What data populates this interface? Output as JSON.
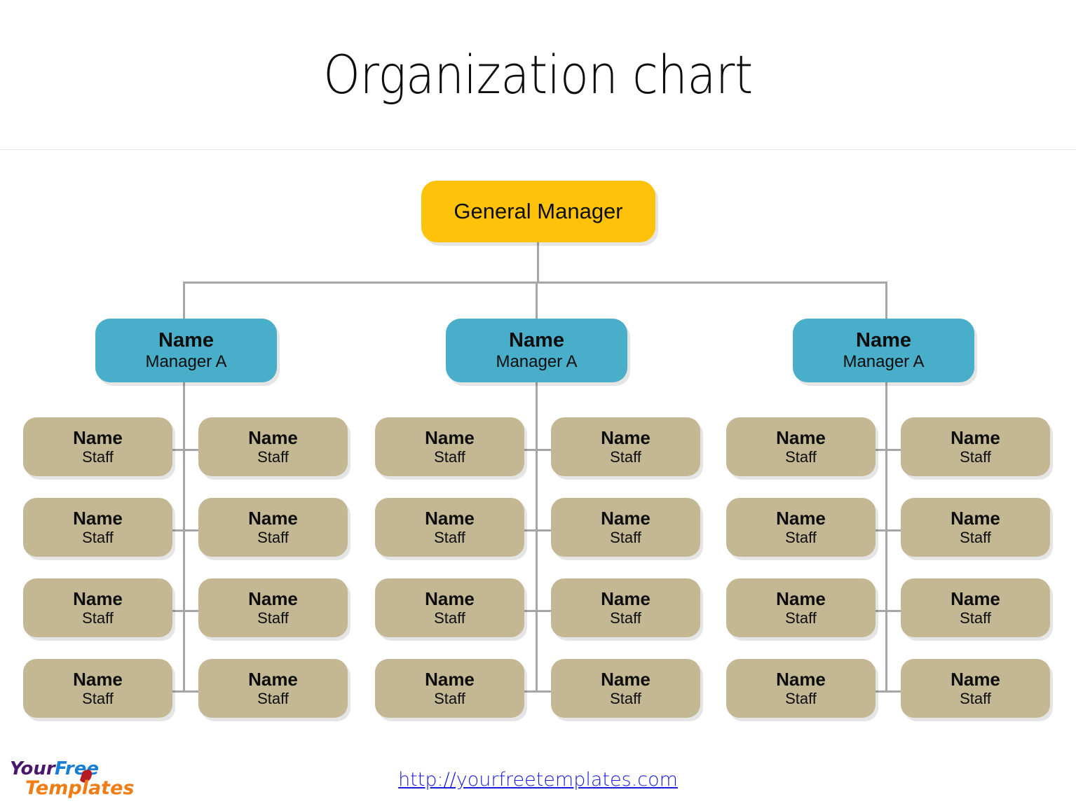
{
  "slide": {
    "title": "Organization chart",
    "background_color": "#ffffff"
  },
  "footer": {
    "url_text": "http://yourfreetemplates.com",
    "url_color": "#1b1bdd",
    "logo": {
      "word1": "Your",
      "word1_color": "#4b176b",
      "word2": "Free",
      "word2_color": "#1a7fd4",
      "word3": "Templates",
      "word3_color": "#f07c14",
      "accent_color": "#b51a22"
    }
  },
  "colors": {
    "top_node": "#ffc20a",
    "manager_node": "#48aec9",
    "staff_node": "#c3b893",
    "connector": "#a6a6a6",
    "divider": "#e8e8e8",
    "text": "#0d0d0d"
  },
  "chart_data": {
    "type": "org-chart",
    "title": "Organization chart",
    "levels": 3,
    "root": {
      "label": "General Manager",
      "color": "#ffc20a"
    },
    "branches": [
      {
        "manager": {
          "name": "Name",
          "role": "Manager A",
          "color": "#48aec9"
        },
        "staff_left": [
          {
            "name": "Name",
            "role": "Staff"
          },
          {
            "name": "Name",
            "role": "Staff"
          },
          {
            "name": "Name",
            "role": "Staff"
          },
          {
            "name": "Name",
            "role": "Staff"
          }
        ],
        "staff_right": [
          {
            "name": "Name",
            "role": "Staff"
          },
          {
            "name": "Name",
            "role": "Staff"
          },
          {
            "name": "Name",
            "role": "Staff"
          },
          {
            "name": "Name",
            "role": "Staff"
          }
        ]
      },
      {
        "manager": {
          "name": "Name",
          "role": "Manager A",
          "color": "#48aec9"
        },
        "staff_left": [
          {
            "name": "Name",
            "role": "Staff"
          },
          {
            "name": "Name",
            "role": "Staff"
          },
          {
            "name": "Name",
            "role": "Staff"
          },
          {
            "name": "Name",
            "role": "Staff"
          }
        ],
        "staff_right": [
          {
            "name": "Name",
            "role": "Staff"
          },
          {
            "name": "Name",
            "role": "Staff"
          },
          {
            "name": "Name",
            "role": "Staff"
          },
          {
            "name": "Name",
            "role": "Staff"
          }
        ]
      },
      {
        "manager": {
          "name": "Name",
          "role": "Manager A",
          "color": "#48aec9"
        },
        "staff_left": [
          {
            "name": "Name",
            "role": "Staff"
          },
          {
            "name": "Name",
            "role": "Staff"
          },
          {
            "name": "Name",
            "role": "Staff"
          },
          {
            "name": "Name",
            "role": "Staff"
          }
        ],
        "staff_right": [
          {
            "name": "Name",
            "role": "Staff"
          },
          {
            "name": "Name",
            "role": "Staff"
          },
          {
            "name": "Name",
            "role": "Staff"
          },
          {
            "name": "Name",
            "role": "Staff"
          }
        ]
      }
    ],
    "staff_row_count": 4,
    "staff_per_branch": 8,
    "total_staff": 24
  }
}
